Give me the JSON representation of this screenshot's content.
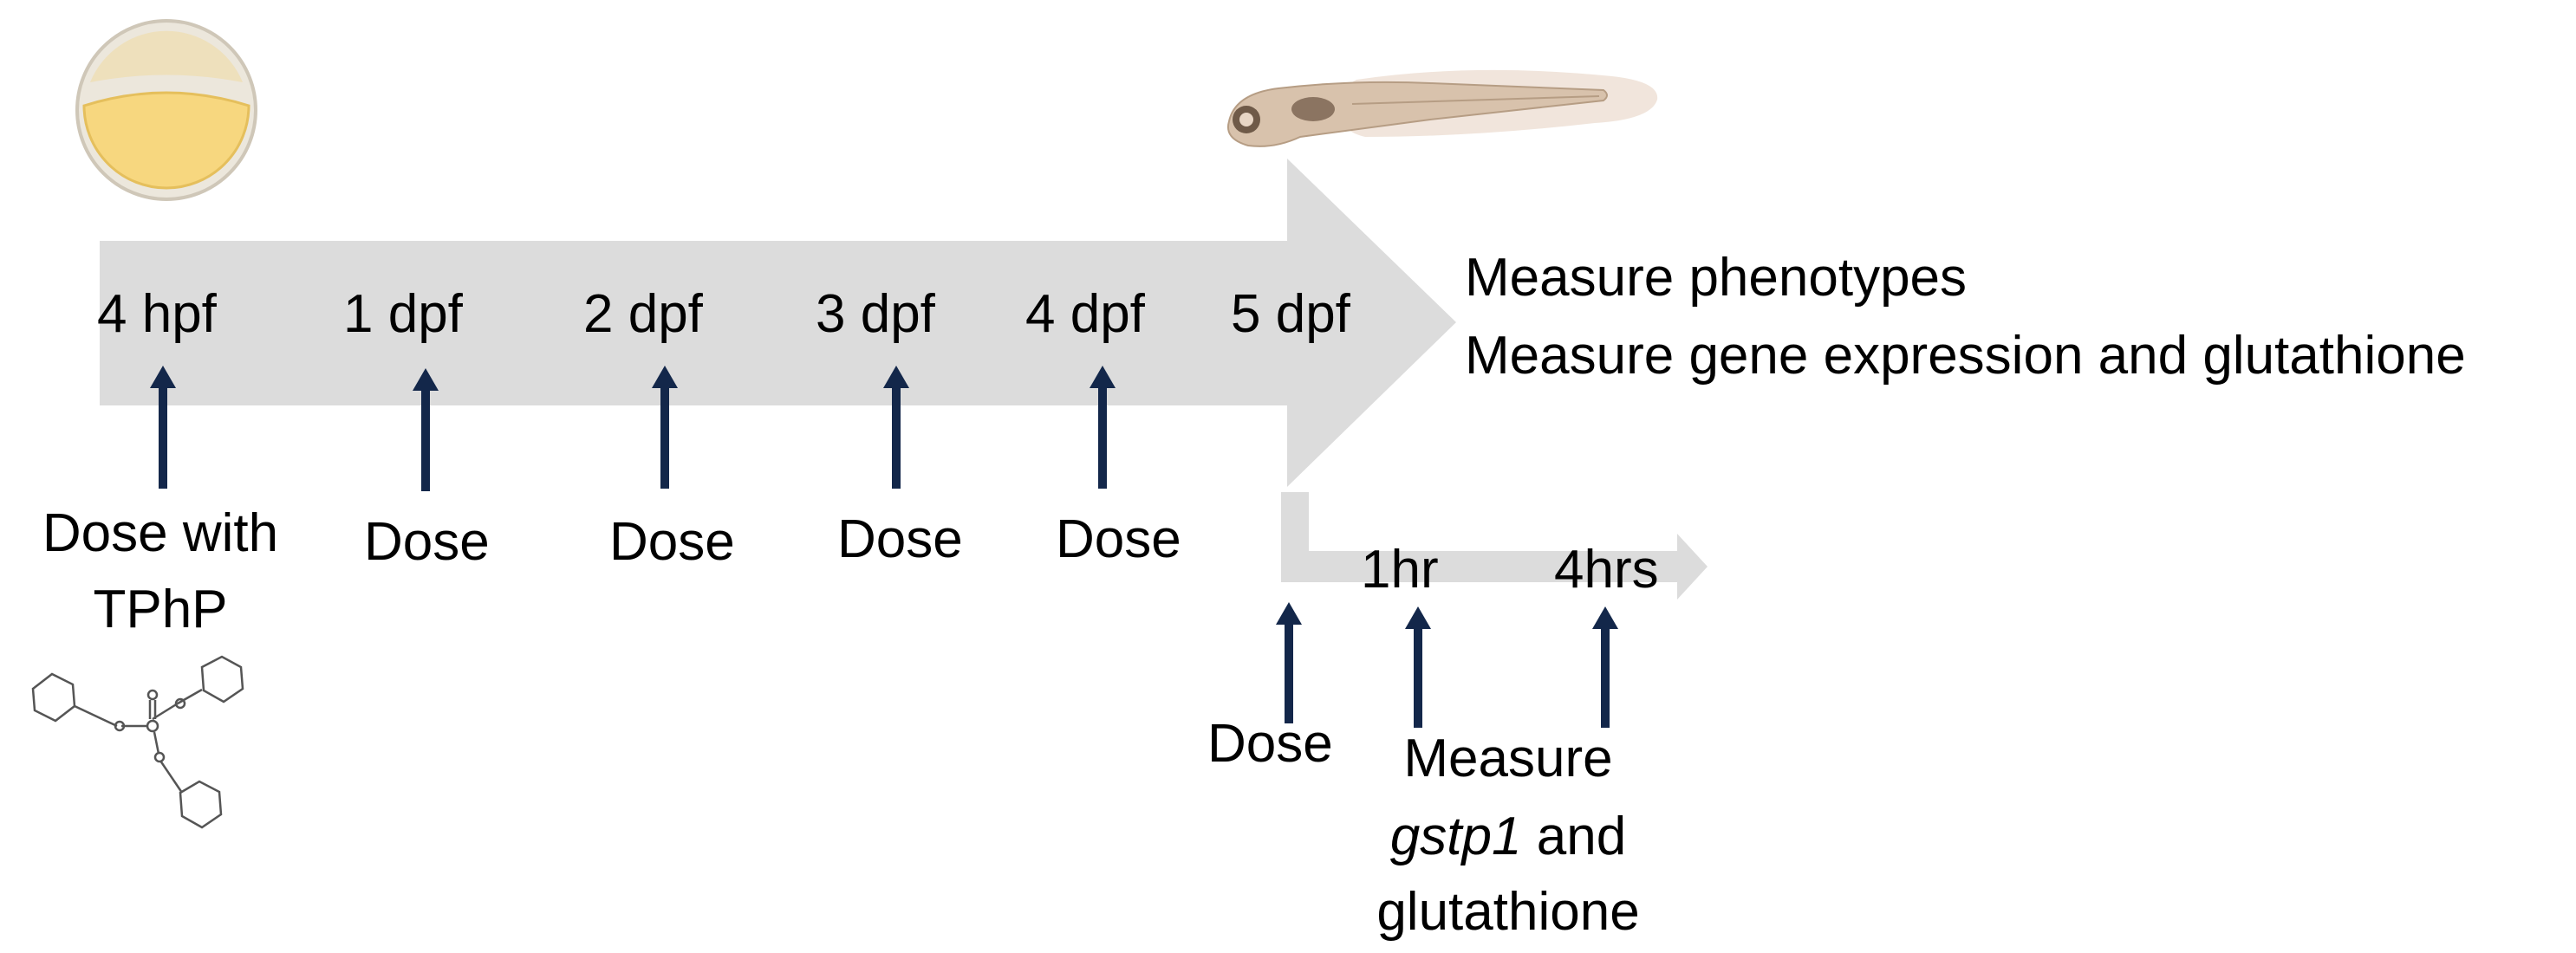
{
  "colors": {
    "arrow_fill": "#dcdcdc",
    "marker": "#13274a",
    "embryo_yolk": "#f7d77f",
    "embryo_chorion": "#efe0c2",
    "fish_body": "#d8c2ac"
  },
  "timeline": {
    "labels": [
      "4 hpf",
      "1 dpf",
      "2 dpf",
      "3 dpf",
      "4 dpf",
      "5 dpf"
    ]
  },
  "doses": {
    "first_line1": "Dose with",
    "first_line2": "TPhP",
    "dose": "Dose"
  },
  "outcomes": {
    "line1": "Measure phenotypes",
    "line2": "Measure gene expression and glutathione"
  },
  "sub_timeline": {
    "t1": "1hr",
    "t2": "4hrs",
    "dose": "Dose",
    "measure_line1": "Measure",
    "measure_gene": "gstp1",
    "measure_and": " and",
    "measure_line3": "glutathione"
  },
  "icons": {
    "embryo": "zebrafish-embryo-icon",
    "larva": "zebrafish-larva-icon",
    "molecule": "tphp-molecule-icon"
  }
}
